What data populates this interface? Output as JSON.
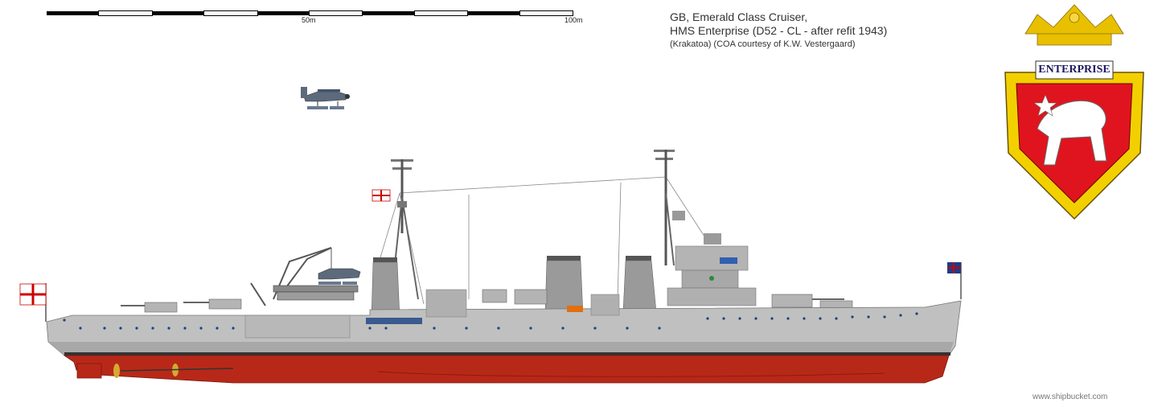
{
  "scale": {
    "label_mid": "50m",
    "label_end": "100m"
  },
  "caption": {
    "line1": "GB, Emerald Class Cruiser,",
    "line2": "HMS Enterprise (D52 - CL - after refit 1943)",
    "line3": "(Krakatoa) (COA courtesy of K.W. Vestergaard)"
  },
  "badge": {
    "name": "ENTERPRISE",
    "colors": {
      "gold": "#e8c000",
      "red": "#e0141e",
      "rope": "#f2d000",
      "lion": "#ffffff"
    }
  },
  "watermark": "www.shipbucket.com",
  "colors": {
    "hull_grey": "#c0c0c0",
    "hull_shadow": "#a8a8a8",
    "antifouling_red": "#b82818",
    "portholes": "#204080",
    "deck_dark": "#808080"
  }
}
